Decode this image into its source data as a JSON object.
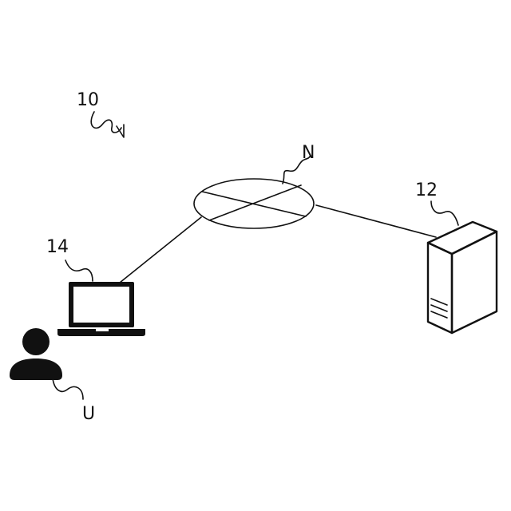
{
  "labels": {
    "system": "10",
    "network": "N",
    "server": "12",
    "terminal": "14",
    "user": "U"
  },
  "colors": {
    "ink": "#111111",
    "background": "#ffffff"
  },
  "icons": {
    "network": "network-ellipse-icon",
    "server": "server-tower-icon",
    "terminal": "laptop-icon",
    "user": "user-silhouette-icon"
  }
}
